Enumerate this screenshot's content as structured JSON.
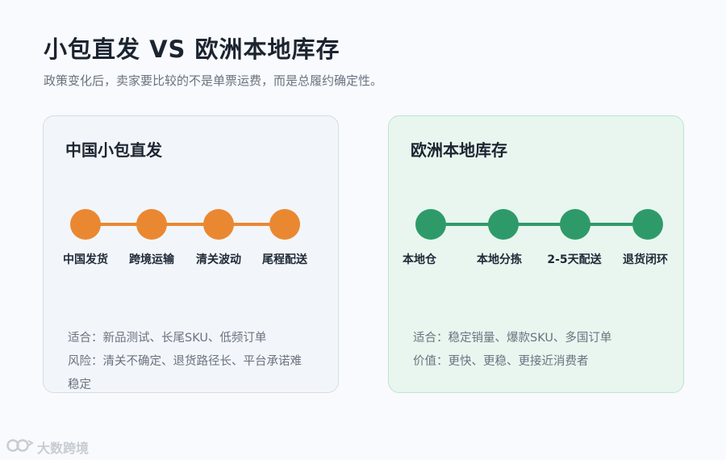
{
  "header": {
    "title": "小包直发 VS 欧洲本地库存",
    "subtitle": "政策变化后，卖家要比较的不是单票运费，而是总履约确定性。"
  },
  "cards": [
    {
      "title": "中国小包直发",
      "accent_color": "#ea8832",
      "steps": [
        "中国发货",
        "跨境运输",
        "清关波动",
        "尾程配送"
      ],
      "notes": [
        "适合：新品测试、长尾SKU、低频订单",
        "风险：清关不确定、退货路径长、平台承诺难稳定"
      ]
    },
    {
      "title": "欧洲本地库存",
      "accent_color": "#2e9a6a",
      "steps": [
        "本地仓",
        "本地分拣",
        "2-5天配送",
        "退货闭环"
      ],
      "notes": [
        "适合：稳定销量、爆款SKU、多国订单",
        "价值：更快、更稳、更接近消费者"
      ]
    }
  ],
  "watermark": {
    "text": "大数跨境",
    "icon": "brand-logo-icon"
  }
}
